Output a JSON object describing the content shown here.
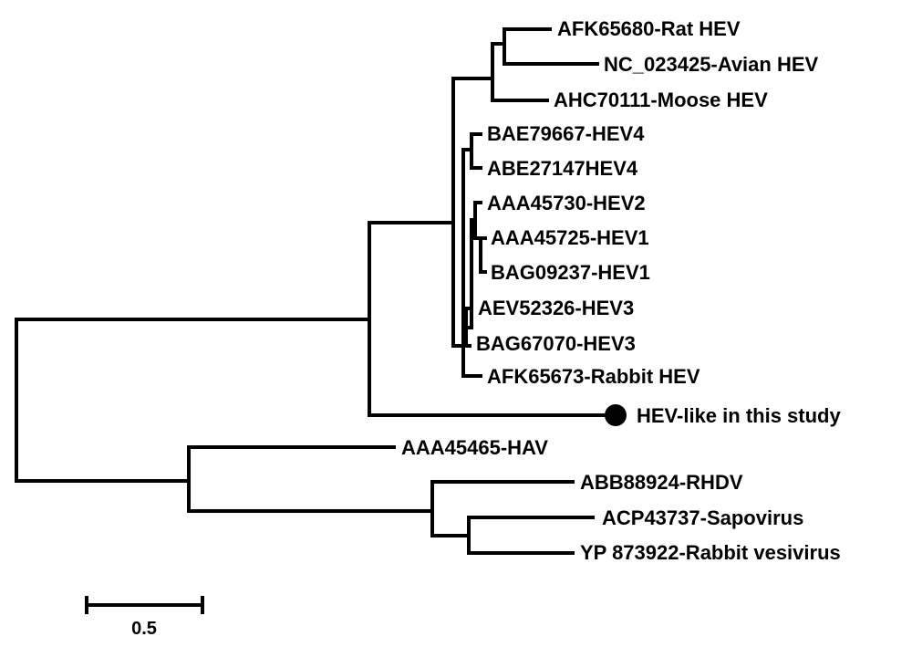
{
  "leaves": {
    "rat_hev": "AFK65680-Rat HEV",
    "avian_hev": "NC_023425-Avian HEV",
    "moose_hev": "AHC70111-Moose HEV",
    "hev4_a": "BAE79667-HEV4",
    "hev4_b": "ABE27147HEV4",
    "hev2": "AAA45730-HEV2",
    "hev1_a": "AAA45725-HEV1",
    "hev1_b": "BAG09237-HEV1",
    "hev3_a": "AEV52326-HEV3",
    "hev3_b": "BAG67070-HEV3",
    "rabbit_hev": "AFK65673-Rabbit HEV",
    "hev_like": "HEV-like in this study",
    "hav": "AAA45465-HAV",
    "rhdv": "ABB88924-RHDV",
    "sapovirus": "ACP43737-Sapovirus",
    "rabbit_vesivirus": "YP 873922-Rabbit vesivirus"
  },
  "scale_bar": {
    "label": "0.5",
    "length": 0.5
  },
  "colors": {
    "branch": "#000000",
    "marker": "#000000",
    "background": "#ffffff"
  },
  "marker_icon": "filled-circle"
}
